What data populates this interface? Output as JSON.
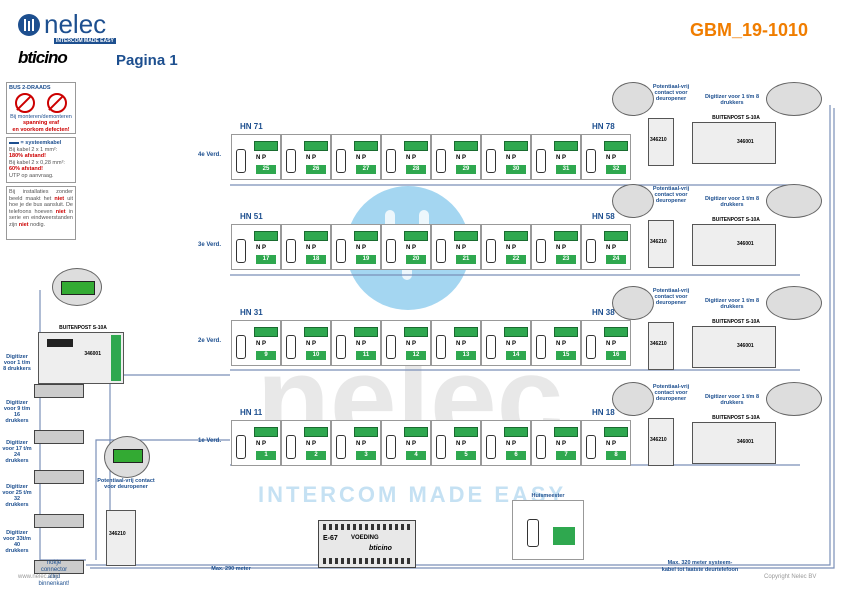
{
  "header": {
    "logo_word": "nelec",
    "logo_tagline": "INTERCOM MADE EASY",
    "partner_logo": "bticino",
    "page_title": "Pagina 1",
    "doc_code": "GBM_19-1010"
  },
  "warnings": {
    "title": "BUS 2-DRAADS",
    "line1": "Bij monteren/demonteren",
    "line2": "spanning eraf",
    "line3": "en voorkom defecten!"
  },
  "cable_note": {
    "title": "= systeemkabel",
    "line1": "Bij kabel 2 x 1 mm²:",
    "line2": "180% afstand!",
    "line3": "Bij kabel 2 x 0,28 mm²:",
    "line4": "60% afstand!",
    "line5": "UTP op aanvraag."
  },
  "install_note": {
    "text_a": "Bij installaties zonder beeld maakt het ",
    "word_niet1": "niet",
    "text_b": " uit hoe je de bus aansluit. De telefoons hoeven ",
    "word_niet2": "niet",
    "text_c": " in serie en eindweerstanden zijn ",
    "word_niet3": "niet",
    "text_d": " nodig."
  },
  "floors": [
    {
      "label": "4e Verd.",
      "start": "HN 71",
      "end": "HN 78",
      "units": [
        "25",
        "26",
        "27",
        "28",
        "29",
        "30",
        "31",
        "32"
      ]
    },
    {
      "label": "3e Verd.",
      "start": "HN 51",
      "end": "HN 58",
      "units": [
        "17",
        "18",
        "19",
        "20",
        "21",
        "22",
        "23",
        "24"
      ]
    },
    {
      "label": "2e Verd.",
      "start": "HN 31",
      "end": "HN 38",
      "units": [
        "9",
        "10",
        "11",
        "12",
        "13",
        "14",
        "15",
        "16"
      ]
    },
    {
      "label": "1e Verd.",
      "start": "HN 11",
      "end": "HN 18",
      "units": [
        "1",
        "2",
        "3",
        "4",
        "5",
        "6",
        "7",
        "8"
      ]
    }
  ],
  "terminal_labels": {
    "n": "N",
    "p": "P"
  },
  "right_panels": [
    {
      "relay_label": "Potentiaal-vrij contact voor deuropener",
      "relay_code": "346210",
      "digitizer_label": "Digitizer voor 1 t/m 8 drukkers",
      "post_label": "BUITENPOST S-10A",
      "post_code": "346001"
    },
    {
      "relay_label": "Potentiaal-vrij contact voor deuropener",
      "relay_code": "346210",
      "digitizer_label": "Digitizer voor 1 t/m 8 drukkers",
      "post_label": "BUITENPOST S-10A",
      "post_code": "346001"
    },
    {
      "relay_label": "Potentiaal-vrij contact voor deuropener",
      "relay_code": "346210",
      "digitizer_label": "Digitizer voor 1 t/m 8 drukkers",
      "post_label": "BUITENPOST S-10A",
      "post_code": "346001"
    },
    {
      "relay_label": "Potentiaal-vrij contact voor deuropener",
      "relay_code": "346210",
      "digitizer_label": "Digitizer voor 1 t/m 8 drukkers",
      "post_label": "BUITENPOST S-10A",
      "post_code": "346001"
    }
  ],
  "left_post": {
    "post_label": "BUITENPOST S-10A",
    "post_code": "346001",
    "digitizers": [
      "Digitizer voor 1 t/m 8 drukkers",
      "Digitizer voor 9 t/m 16 drukkers",
      "Digitizer voor 17 t/m 24 drukkers",
      "Digitizer voor 25 t/m 32 drukkers",
      "Digitizer voor 33t/m 40 drukkers"
    ],
    "connector_note": "nokje connector altijd binnenkant!"
  },
  "bottom_relay": {
    "label": "Potentiaal-vrij contact voor deuropener",
    "code": "346210"
  },
  "power_supply": {
    "code": "E-67",
    "label": "VOEDING",
    "brand": "bticino"
  },
  "caretaker": {
    "label": "Huismeester"
  },
  "distances": {
    "left": "Max. 290 meter",
    "right_line1": "Max. 320 meter systeem-",
    "right_line2": "kabel tot laatste deurtelefoon"
  },
  "footer": {
    "website": "www.nelec.com",
    "copyright": "Copyright Nelec BV"
  },
  "watermark": {
    "word": "nelec",
    "tagline": "INTERCOM MADE EASY"
  },
  "colors": {
    "brand_blue": "#1d4f8f",
    "accent_orange": "#f07d00",
    "warning_red": "#cc0000",
    "bus_line": "#7a8fb8",
    "terminal_green": "#2fa84f"
  }
}
